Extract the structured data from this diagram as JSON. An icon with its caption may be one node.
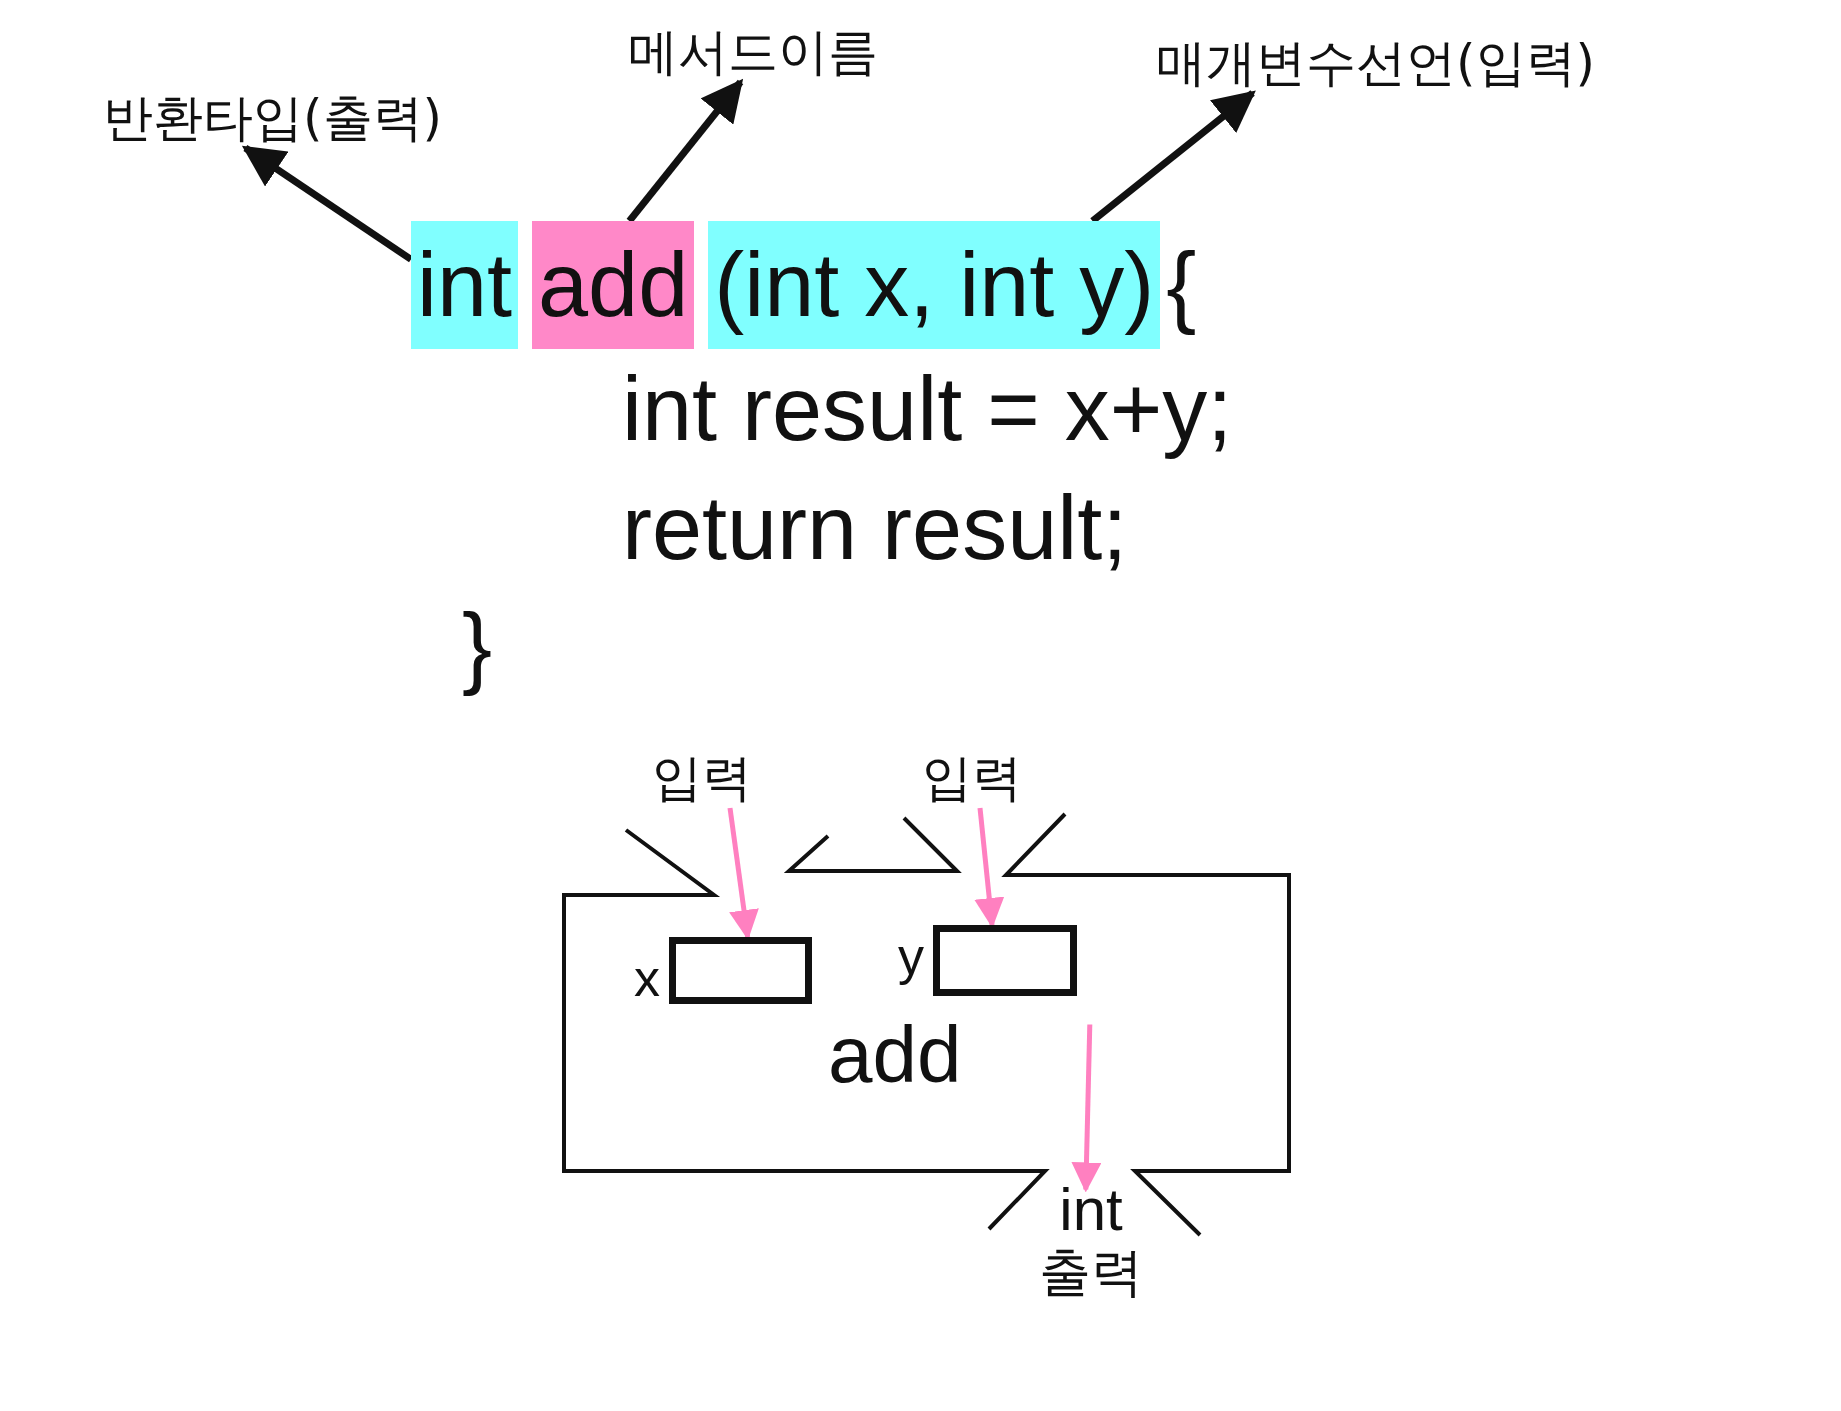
{
  "diagram": {
    "nodes": [
      {
        "text": [
          "반환타입(출력)"
        ]
      },
      {
        "text": [
          "메서드이름"
        ]
      },
      {
        "text": [
          "매개변수선언(입력)"
        ]
      },
      {
        "text": [
          "int"
        ]
      },
      {
        "text": [
          "add"
        ]
      },
      {
        "text": [
          "(int x, int y)"
        ]
      },
      {
        "text": [
          "입력"
        ]
      },
      {
        "text": [
          "입력"
        ]
      },
      {
        "text": [
          "add"
        ]
      },
      {
        "text": [],
        "shape": "box",
        "in": 8,
        "beside": [
          "x"
        ]
      },
      {
        "text": [],
        "shape": "box",
        "in": 8,
        "beside": [
          "y"
        ]
      },
      {
        "text": [
          "int",
          "출력"
        ]
      }
    ],
    "edges": [
      {
        "from": 3,
        "to": 0,
        "arrow": "to"
      },
      {
        "from": 4,
        "to": 1,
        "arrow": "to"
      },
      {
        "from": 5,
        "to": 2,
        "arrow": "to"
      },
      {
        "from": 6,
        "to": 9,
        "arrow": "to",
        "color": "#ff80c0"
      },
      {
        "from": 7,
        "to": 10,
        "arrow": "to",
        "color": "#ff80c0"
      },
      {
        "from": null,
        "to": 11,
        "arrow": "to",
        "color": "#ff80c0"
      }
    ],
    "labels": [
      "{",
      "int result = x+y;",
      "return result;",
      "}"
    ]
  }
}
